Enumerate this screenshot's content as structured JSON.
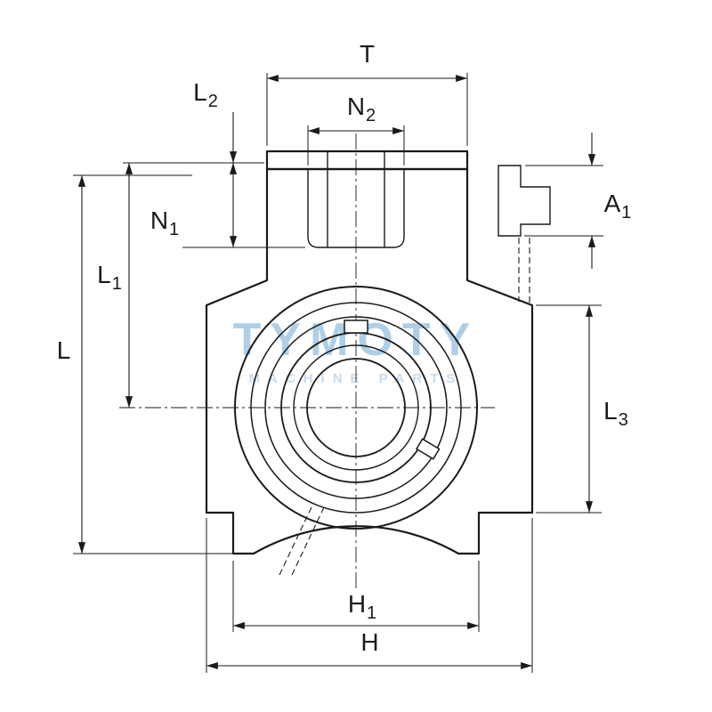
{
  "drawing": {
    "type": "technical-dimension-drawing",
    "subject": "take-up bearing unit, front view"
  },
  "watermark": {
    "brand": "TYMOTY",
    "tagline": "MACHINE PARTS"
  },
  "colors": {
    "line": "#1a1a1a",
    "background": "#ffffff",
    "watermark_brand": "#aecfe7",
    "watermark_tagline": "#c6dbec"
  },
  "dimensions": {
    "T": {
      "base": "T",
      "sub": ""
    },
    "N2": {
      "base": "N",
      "sub": "2"
    },
    "L2": {
      "base": "L",
      "sub": "2"
    },
    "N1": {
      "base": "N",
      "sub": "1"
    },
    "L1": {
      "base": "L",
      "sub": "1"
    },
    "L": {
      "base": "L",
      "sub": ""
    },
    "A1": {
      "base": "A",
      "sub": "1"
    },
    "L3": {
      "base": "L",
      "sub": "3"
    },
    "H1": {
      "base": "H",
      "sub": "1"
    },
    "H": {
      "base": "H",
      "sub": ""
    }
  }
}
